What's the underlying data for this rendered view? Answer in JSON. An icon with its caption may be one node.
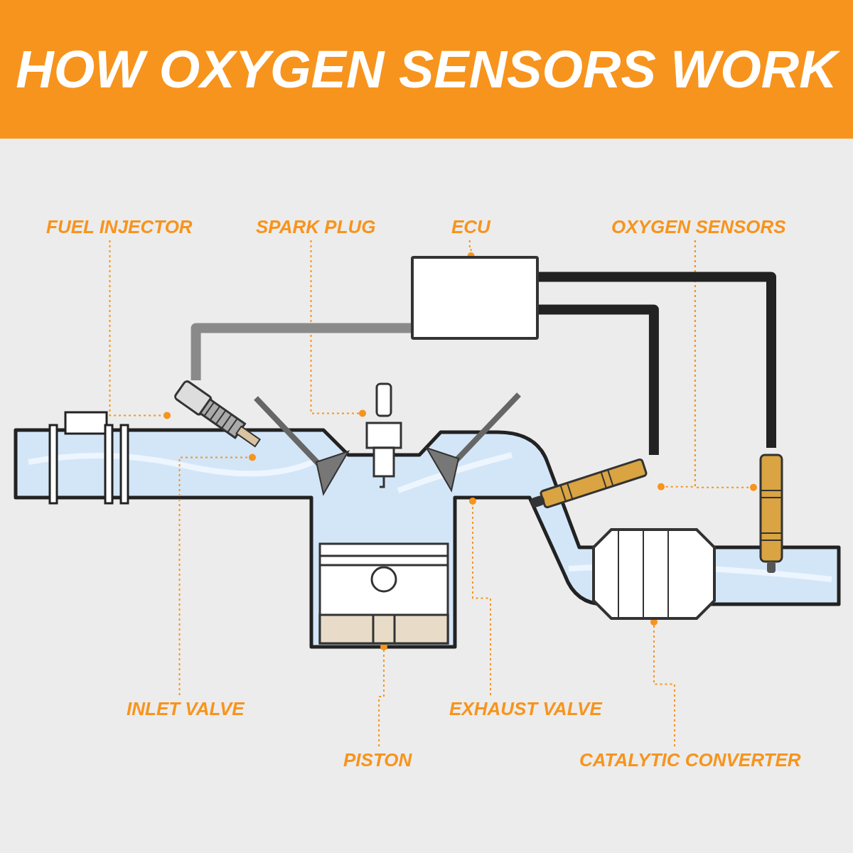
{
  "diagram": {
    "title": "HOW OXYGEN SENSORS WORK",
    "nodes": [
      {
        "text": [
          "FUEL INJECTOR"
        ]
      },
      {
        "text": [
          "SPARK PLUG"
        ]
      },
      {
        "text": [
          "ECU"
        ]
      },
      {
        "text": [
          "OXYGEN SENSORS"
        ]
      },
      {
        "text": [],
        "shape": "box"
      },
      {
        "text": [],
        "shape": "picture"
      },
      {
        "text": [],
        "shape": "picture"
      },
      {
        "text": [],
        "shape": "picture"
      },
      {
        "text": [],
        "shape": "picture"
      },
      {
        "text": [],
        "shape": "picture"
      },
      {
        "text": [],
        "shape": "picture"
      },
      {
        "text": [],
        "shape": "picture"
      },
      {
        "text": [],
        "shape": "picture"
      },
      {
        "text": [
          "INLET VALVE"
        ]
      },
      {
        "text": [
          "EXHAUST VALVE"
        ]
      },
      {
        "text": [
          "PISTON"
        ]
      },
      {
        "text": [
          "CATALYTIC CONVERTER"
        ]
      }
    ],
    "edges": [
      {
        "from": 0,
        "to": 5,
        "arrow": "other",
        "style": "dashed"
      },
      {
        "from": 1,
        "to": 6,
        "arrow": "other",
        "style": "dashed"
      },
      {
        "from": 2,
        "to": 4,
        "arrow": "other",
        "style": "dashed"
      },
      {
        "from": 3,
        "to": 7,
        "arrow": "other",
        "style": "dashed"
      },
      {
        "from": 3,
        "to": 8,
        "arrow": "other",
        "style": "dashed"
      },
      {
        "from": 13,
        "to": 9,
        "arrow": "other",
        "style": "dashed"
      },
      {
        "from": 14,
        "to": 10,
        "arrow": "other",
        "style": "dashed"
      },
      {
        "from": 15,
        "to": 11,
        "arrow": "other",
        "style": "dashed"
      },
      {
        "from": 16,
        "to": 12,
        "arrow": "other",
        "style": "dashed"
      },
      {
        "from": 4,
        "to": 5,
        "arrow": "none",
        "style": "thick",
        "color": "#8a8a8a"
      },
      {
        "from": 4,
        "to": 7,
        "arrow": "none",
        "style": "thick",
        "color": "#222222"
      },
      {
        "from": 4,
        "to": 8,
        "arrow": "none",
        "style": "thick",
        "color": "#222222"
      }
    ]
  }
}
